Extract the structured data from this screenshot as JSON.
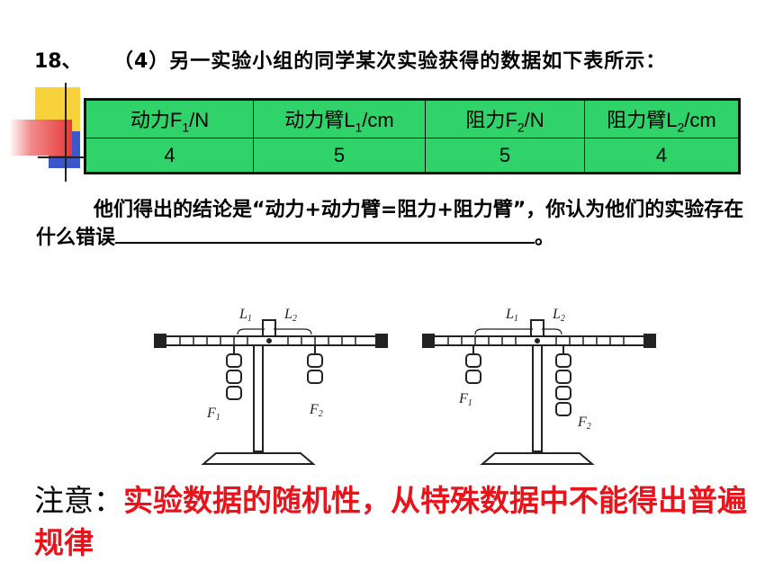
{
  "question": {
    "number": "18、",
    "text": "（4）另一实验小组的同学某次实验获得的数据如下表所示："
  },
  "table": {
    "headers": [
      {
        "prefix": "动力F",
        "sub": "1",
        "suffix": "/N"
      },
      {
        "prefix": "动力臂L",
        "sub": "1",
        "suffix": "/cm"
      },
      {
        "prefix": "阻力F",
        "sub": "2",
        "suffix": "/N"
      },
      {
        "prefix": "阻力臂L",
        "sub": "2",
        "suffix": "/cm"
      }
    ],
    "values": [
      "4",
      "5",
      "5",
      "4"
    ]
  },
  "conclusion": {
    "text": "他们得出的结论是“动力+动力臂=阻力+阻力臂”，你认为他们的实验存在什么错误",
    "end": "。"
  },
  "figure": {
    "labels": {
      "l1": "L",
      "l1_sub": "1",
      "l2": "L",
      "l2_sub": "2",
      "f1": "F",
      "f1_sub": "1",
      "f2": "F",
      "f2_sub": "2"
    }
  },
  "note": {
    "label": "注意：",
    "text": "实验数据的随机性，从特殊数据中不能得出普遍规律"
  },
  "colors": {
    "table_bg": "#2fd36a",
    "note_text": "#e8141c",
    "deco_yellow": "#f7d23a",
    "deco_red": "#e8393a",
    "deco_blue": "#3b57c9"
  }
}
